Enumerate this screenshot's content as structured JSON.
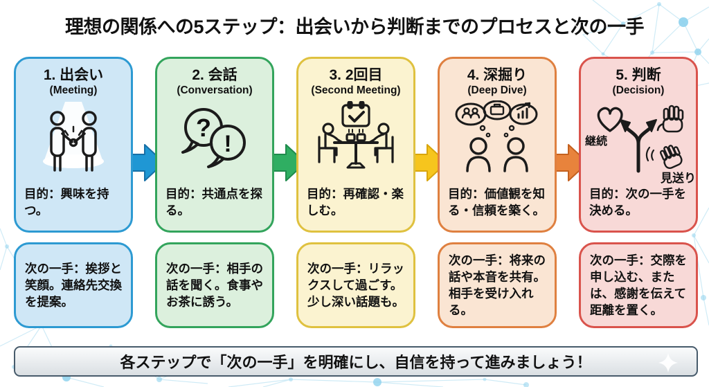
{
  "title": "理想の関係への5ステップ：出会いから判断までのプロセスと次の一手",
  "steps": [
    {
      "title": "1. 出会い",
      "subtitle": "(Meeting)",
      "icon": "handshake-spotlight-icon",
      "purpose": "目的：興味を持つ。",
      "next_move": "次の一手：挨拶と笑顔。連絡先交換を提案。",
      "card_color": "#cfe7f6",
      "border_color": "#2d9ad2"
    },
    {
      "title": "2. 会話",
      "subtitle": "(Conversation)",
      "icon": "question-exclamation-bubbles-icon",
      "bubble_question": "?",
      "bubble_exclamation": "!",
      "purpose": "目的：共通点を探る。",
      "next_move": "次の一手：相手の話を聞く。食事やお茶に誘う。",
      "card_color": "#dcf0dd",
      "border_color": "#33a45c"
    },
    {
      "title": "3. 2回目",
      "subtitle": "(Second Meeting)",
      "icon": "cafe-table-calendar-icon",
      "purpose": "目的：再確認・楽しむ。",
      "next_move": "次の一手：リラックスして過ごす。　少し深い話題も。",
      "card_color": "#fbf3d0",
      "border_color": "#dfc13f"
    },
    {
      "title": "4. 深掘り",
      "subtitle": "(Deep Dive)",
      "icon": "thought-bubbles-people-icon",
      "purpose": "目的：価値観を知る・信頼を築く。",
      "next_move": "次の一手：将来の話や本音を共有。相手を受け入れる。",
      "card_color": "#fae5d3",
      "border_color": "#df8040"
    },
    {
      "title": "5. 判断",
      "subtitle": "(Decision)",
      "icon": "decision-branch-icon",
      "label_keep": "継続",
      "label_pass": "見送り",
      "purpose": "目的：次の一手を決める。",
      "next_move": "次の一手：交際を申し込む、または、感謝を伝えて距離を置く。",
      "card_color": "#f8d9d7",
      "border_color": "#d9534c"
    }
  ],
  "arrows": [
    {
      "from": 1,
      "to": 2,
      "color": "#1f97d4"
    },
    {
      "from": 2,
      "to": 3,
      "color": "#2fae62"
    },
    {
      "from": 3,
      "to": 4,
      "color": "#f6c51d"
    },
    {
      "from": 4,
      "to": 5,
      "color": "#e8833c"
    }
  ],
  "footer": {
    "text": "各ステップで「次の一手」を明確にし、自信を持って進みましょう！"
  },
  "background_accent_color": "#8ed2ed"
}
